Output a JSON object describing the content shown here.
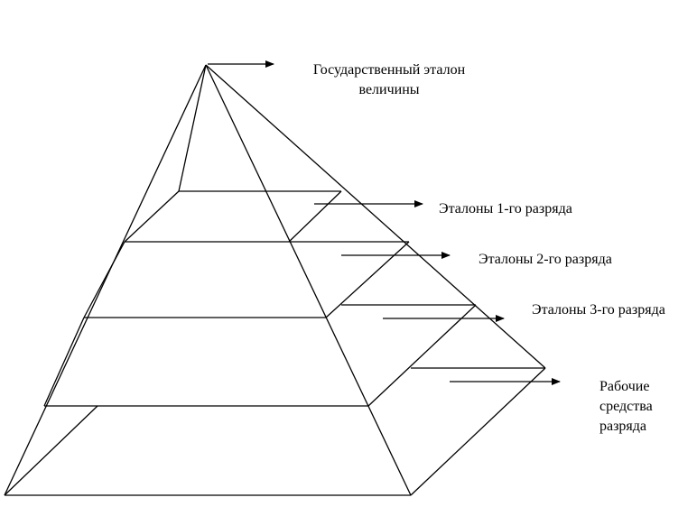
{
  "labels": {
    "apex_line1": "Государственный эталон",
    "apex_line2": "величины",
    "level1": "Эталоны 1-го разряда",
    "level2": "Эталоны 2-го разряда",
    "level3": "Эталоны 3-го разряда",
    "working_line1": "Рабочие",
    "working_line2": "средства",
    "working_line3": "разряда"
  },
  "colors": {
    "line": "#000000",
    "text": "#000000",
    "background": "#ffffff"
  }
}
